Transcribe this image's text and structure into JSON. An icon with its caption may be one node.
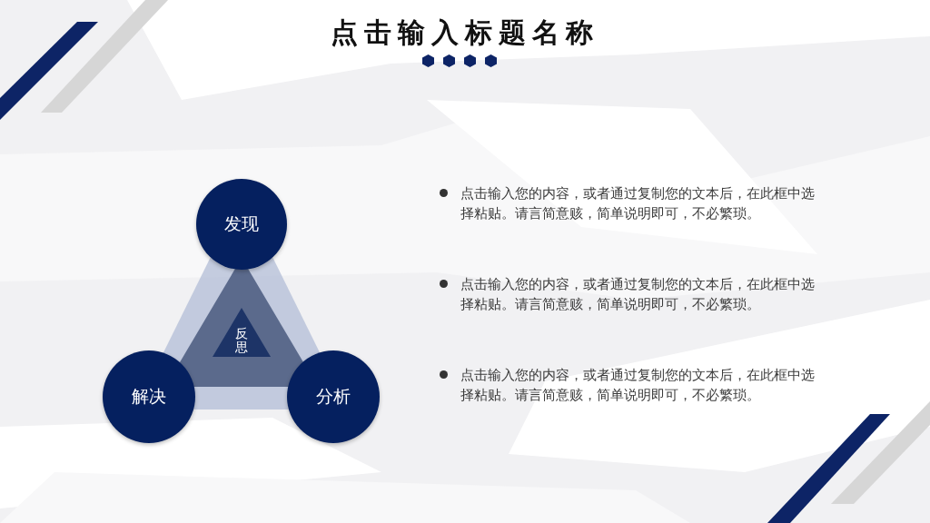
{
  "diagram": {
    "title": "点击输入标题名称",
    "nodes": [
      {
        "text": [
          "发现"
        ]
      },
      {
        "text": [
          "反思"
        ]
      },
      {
        "text": [
          "解决"
        ]
      },
      {
        "text": [
          "分析"
        ]
      }
    ],
    "labels": [
      "点击输入您的内容，或者通过复制您的文本后，在此框中选择粘贴。请言简意赅，简单说明即可，不必繁琐。",
      "点击输入您的内容，或者通过复制您的文本后，在此框中选择粘贴。请言简意赅，简单说明即可，不必繁琐。",
      "点击输入您的内容，或者通过复制您的文本后，在此框中选择粘贴。请言简意赅，简单说明即可，不必繁琐。"
    ]
  }
}
